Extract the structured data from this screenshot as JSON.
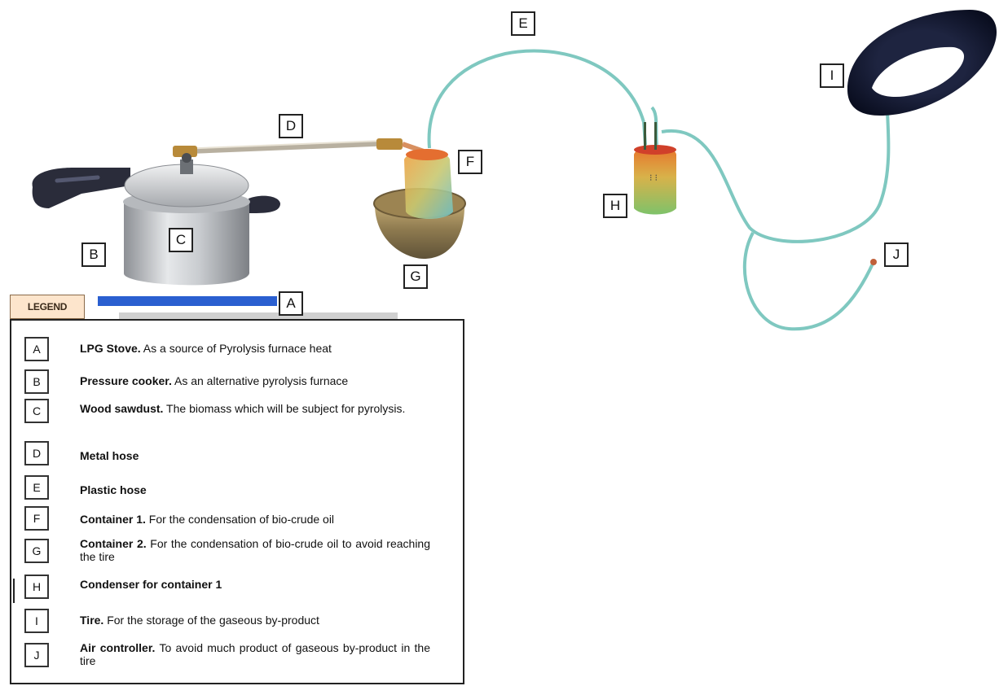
{
  "labels": {
    "A": "A",
    "B": "B",
    "C": "C",
    "D": "D",
    "E": "E",
    "F": "F",
    "G": "G",
    "H": "H",
    "I": "I",
    "J": "J"
  },
  "legend": {
    "tab": "LEGEND",
    "items": [
      {
        "key": "A",
        "term": "LPG Stove.",
        "desc": " As a source of Pyrolysis furnace heat"
      },
      {
        "key": "B",
        "term": "Pressure cooker.",
        "desc": " As an alternative pyrolysis furnace"
      },
      {
        "key": "C",
        "term": "Wood sawdust.",
        "desc": " The biomass which will be subject for pyrolysis."
      },
      {
        "key": "D",
        "term": "Metal hose",
        "desc": ""
      },
      {
        "key": "E",
        "term": "Plastic hose",
        "desc": ""
      },
      {
        "key": "F",
        "term": "Container 1.",
        "desc": " For the condensation of bio-crude oil"
      },
      {
        "key": "G",
        "term": "Container 2.",
        "desc": " For the condensation of bio-crude oil to avoid reaching the tire"
      },
      {
        "key": "H",
        "term": "Condenser for container 1",
        "desc": ""
      },
      {
        "key": "I",
        "term": "Tire.",
        "desc": " For the storage of the gaseous by-product"
      },
      {
        "key": "J",
        "term": "Air controller.",
        "desc": " To avoid much product of gaseous by-product in the tire"
      }
    ]
  },
  "colors": {
    "hose_plastic": "#7fc8c0",
    "hose_metal": "#b8b0a0",
    "stove_blue": "#2a5fd0",
    "legend_tab_bg": "#fde5cc"
  }
}
